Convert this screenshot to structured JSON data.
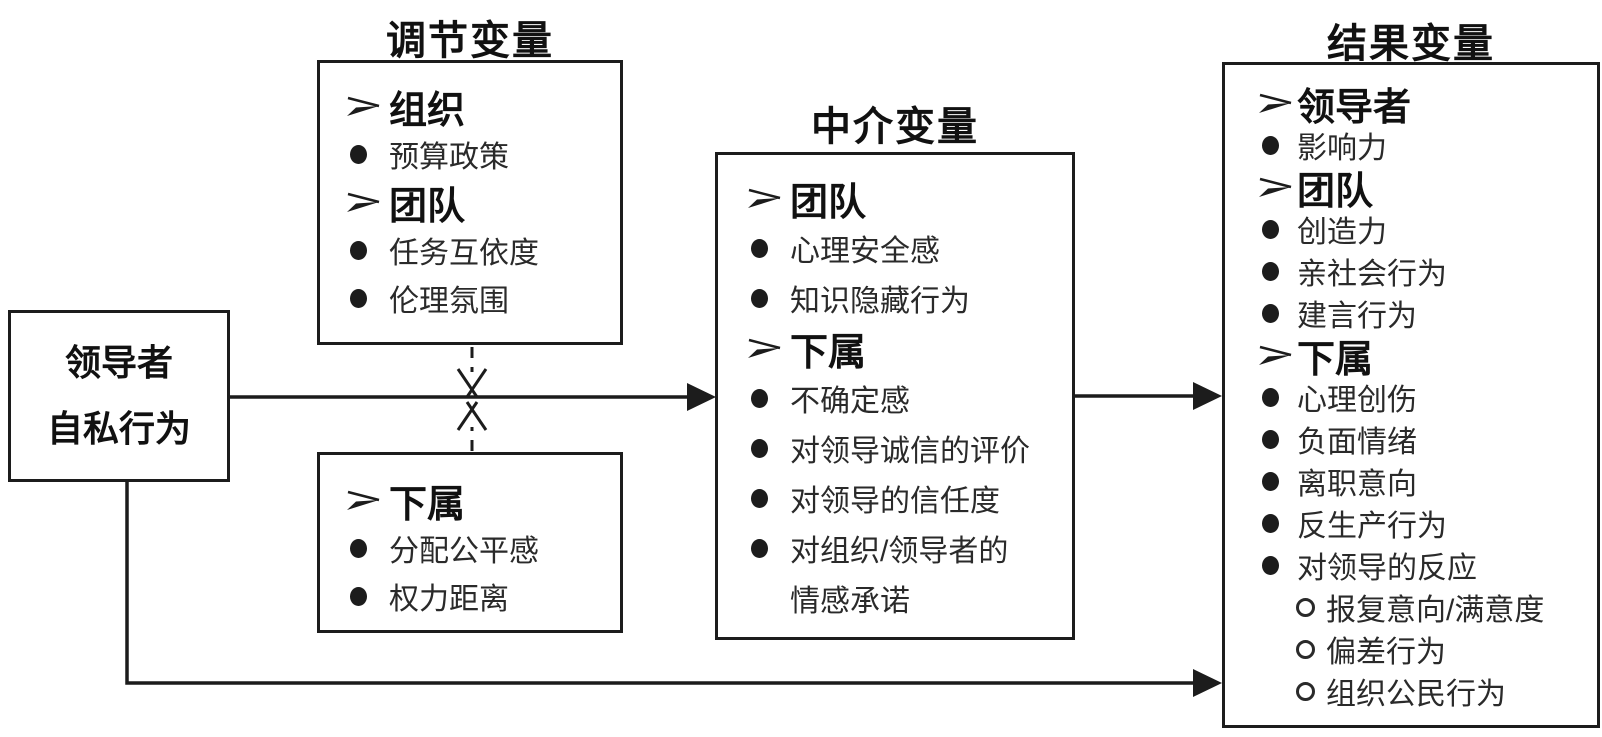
{
  "colors": {
    "ink": "#1c1c1c",
    "background": "#ffffff"
  },
  "markers": {
    "header_icon": "right-arrowhead",
    "item_icon": "filled-circle-bullet",
    "sub_item_icon": "open-circle-bullet"
  },
  "titles": {
    "moderator": "调节变量",
    "mediator": "中介变量",
    "outcome": "结果变量"
  },
  "antecedent_box": {
    "line1": "领导者",
    "line2": "自私行为"
  },
  "moderator_org_team_box": {
    "rows": [
      {
        "type": "header",
        "text": "组织"
      },
      {
        "type": "bullet",
        "text": "预算政策"
      },
      {
        "type": "header",
        "text": "团队"
      },
      {
        "type": "bullet",
        "text": "任务互依度"
      },
      {
        "type": "bullet",
        "text": "伦理氛围"
      }
    ]
  },
  "moderator_subordinate_box": {
    "rows": [
      {
        "type": "header",
        "text": "下属"
      },
      {
        "type": "bullet",
        "text": "分配公平感"
      },
      {
        "type": "bullet",
        "text": "权力距离"
      }
    ]
  },
  "mediator_box": {
    "rows": [
      {
        "type": "header",
        "text": "团队"
      },
      {
        "type": "bullet",
        "text": "心理安全感"
      },
      {
        "type": "bullet",
        "text": "知识隐藏行为"
      },
      {
        "type": "header",
        "text": "下属"
      },
      {
        "type": "bullet",
        "text": "不确定感"
      },
      {
        "type": "bullet",
        "text": "对领导诚信的评价"
      },
      {
        "type": "bullet",
        "text": "对领导的信任度"
      },
      {
        "type": "bullet",
        "text": "对组织/领导者的"
      },
      {
        "type": "cont",
        "text": "情感承诺"
      }
    ]
  },
  "outcome_box": {
    "rows": [
      {
        "type": "header",
        "text": "领导者"
      },
      {
        "type": "bullet",
        "text": "影响力"
      },
      {
        "type": "header",
        "text": "团队"
      },
      {
        "type": "bullet",
        "text": "创造力"
      },
      {
        "type": "bullet",
        "text": "亲社会行为"
      },
      {
        "type": "bullet",
        "text": "建言行为"
      },
      {
        "type": "header",
        "text": "下属"
      },
      {
        "type": "bullet",
        "text": "心理创伤"
      },
      {
        "type": "bullet",
        "text": "负面情绪"
      },
      {
        "type": "bullet",
        "text": "离职意向"
      },
      {
        "type": "bullet",
        "text": "反生产行为"
      },
      {
        "type": "bullet",
        "text": "对领导的反应"
      },
      {
        "type": "sub",
        "text": "报复意向/满意度"
      },
      {
        "type": "sub",
        "text": "偏差行为"
      },
      {
        "type": "sub",
        "text": "组织公民行为"
      }
    ]
  }
}
